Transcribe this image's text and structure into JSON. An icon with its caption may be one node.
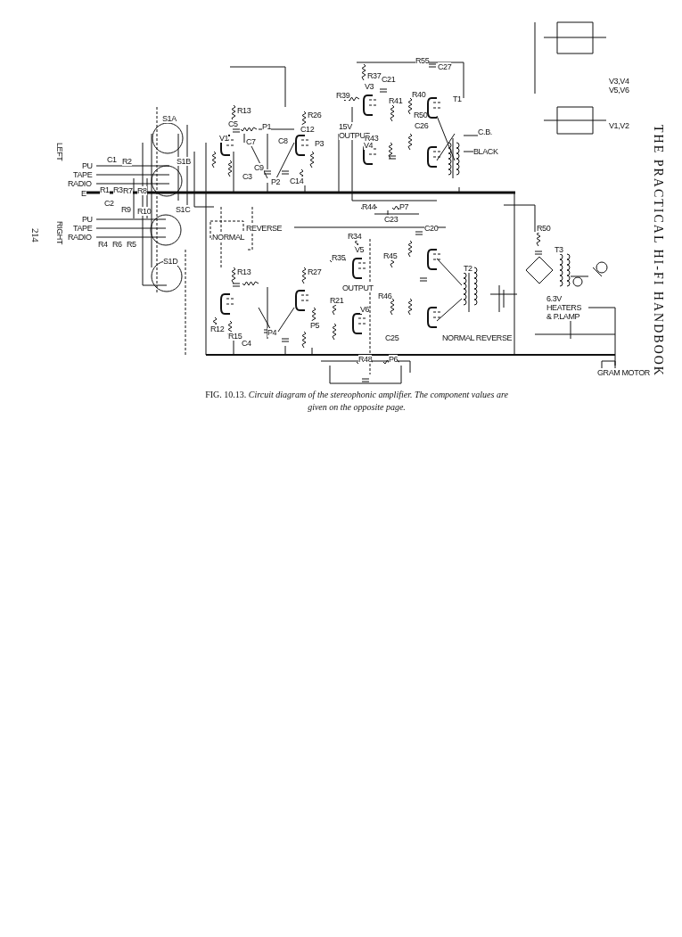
{
  "diagram": {
    "title": "THE PRACTICAL HI-FI HANDBOOK",
    "caption": "FIG. 10.13. *Circuit diagram of the stereophonic amplifier. The component values are given on the opposite page.*",
    "labels": [
      "214",
      "LEFT",
      "RIGHT",
      "PU",
      "TAPE",
      "RADIO",
      "PU",
      "TAPE",
      "RADIO",
      "C1",
      "R2",
      "R1",
      "R3",
      "R7",
      "R8",
      "E",
      "C2",
      "R9",
      "R10",
      "R4",
      "R6",
      "R5",
      "S1A",
      "S1B",
      "S1C",
      "S1D",
      "NORMAL",
      "REVERSE",
      "R13",
      "C5",
      "V1",
      "C3",
      "P1",
      "C7",
      "C8",
      "C9",
      "P2",
      "C14",
      "R26",
      "C12",
      "P3",
      "R37",
      "C21",
      "C27",
      "R55",
      "R39",
      "V3",
      "R40",
      "R41",
      "15V OUTPUT",
      "R50",
      "C26",
      "R43",
      "V4",
      "T1",
      "C.B.",
      "BLACK",
      "R44",
      "P7",
      "C23",
      "C20",
      "R34",
      "V5",
      "R35",
      "R45",
      "OUTPUT",
      "R46",
      "V6",
      "C25",
      "R48",
      "P6",
      "P4",
      "P5",
      "R21",
      "T2",
      "R13",
      "R27",
      "R12",
      "R15",
      "C4",
      "NORMAL REVERSE",
      "6.3V HEATERS & P.LAMP",
      "GRAM MOTOR",
      "T3",
      "R50",
      "V3,V4 V5,V6",
      "V1,V2"
    ]
  }
}
